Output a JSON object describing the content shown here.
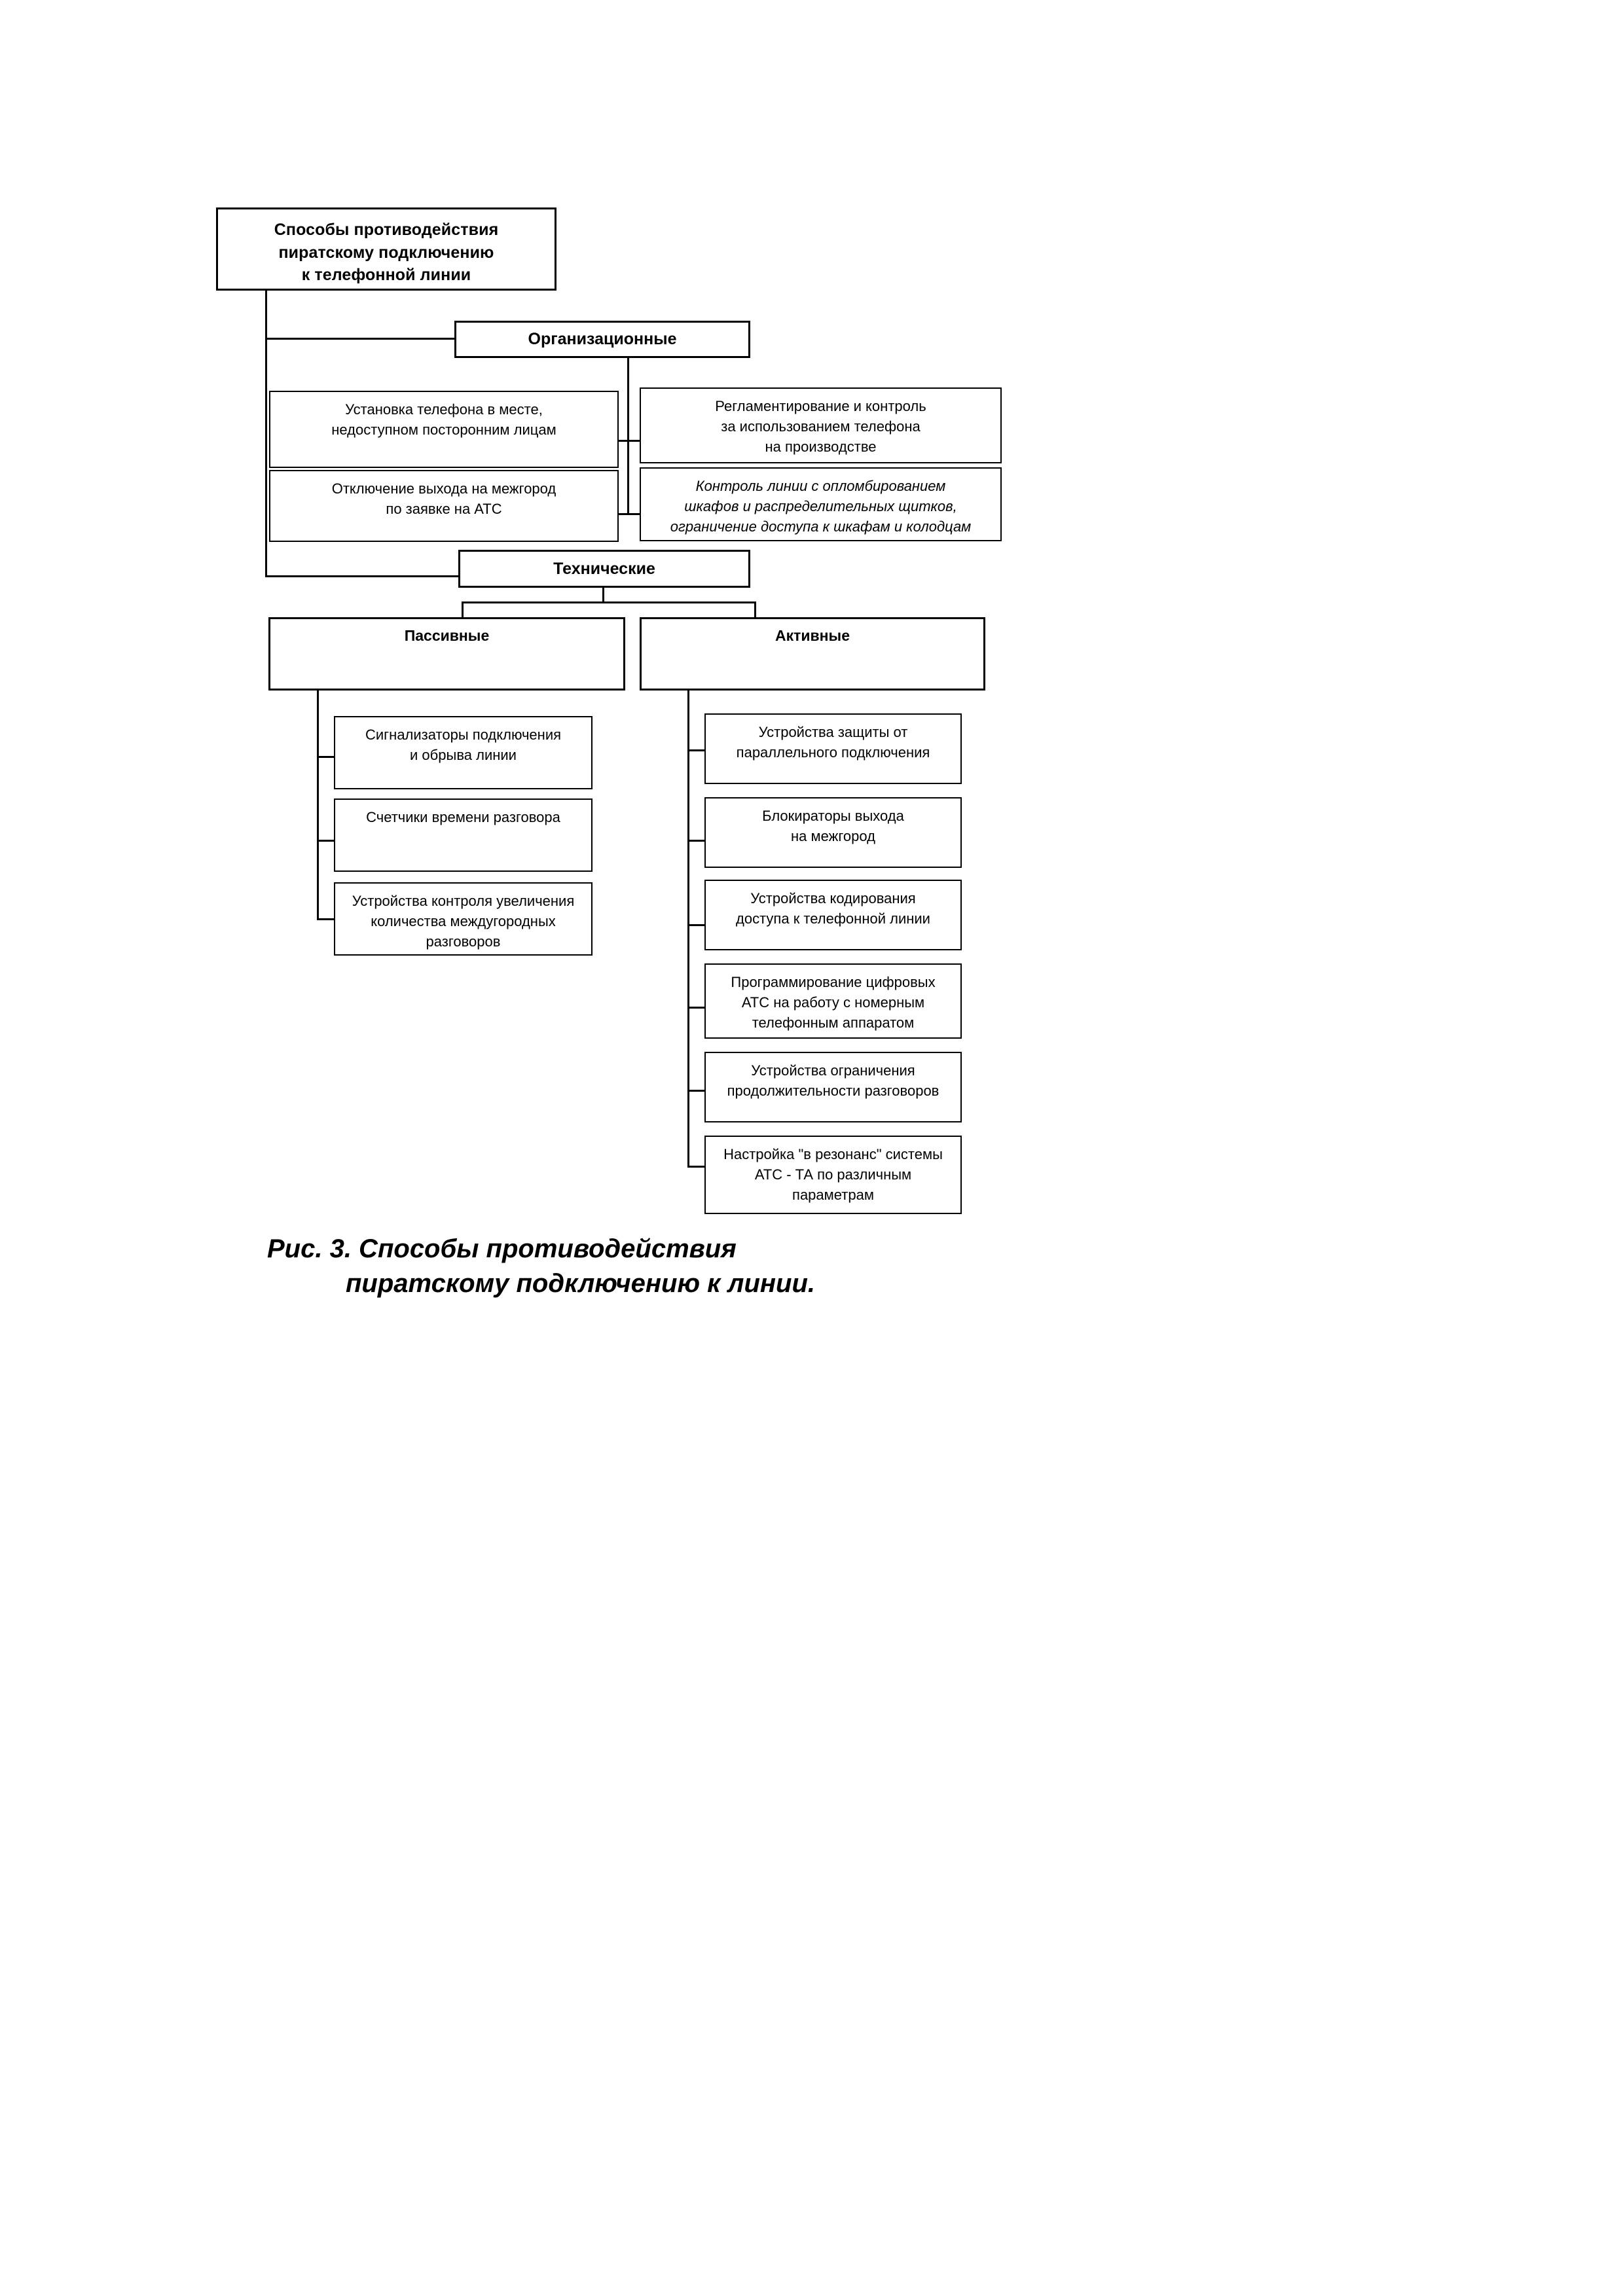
{
  "figure": {
    "caption_line1": "Рис. 3. Способы противодействия",
    "caption_line2": "пиратскому подключению к линии."
  },
  "chart_data": {
    "type": "diagram",
    "diagram_kind": "hierarchical-tree-organigram",
    "title": "Способы противодействия пиратскому подключению к телефонной линии",
    "root": {
      "label": "Способы противодействия\nпиратскому подключению\nк телефонной линии"
    },
    "branches": [
      {
        "label": "Организационные",
        "children_left": [
          "Установка телефона в месте,\nнедоступном посторонним лицам",
          "Отключение выхода на межгород\nпо заявке на АТС"
        ],
        "children_right": [
          "Регламентирование и контроль\nза использованием телефона\nна производстве",
          "Контроль линии с опломбированием\nшкафов и распределительных щитков,\nограничение доступа к шкафам и колодцам"
        ]
      },
      {
        "label": "Технические",
        "subgroups": [
          {
            "label": "Пассивные",
            "items": [
              "Сигнализаторы подключения\nи обрыва линии",
              "Счетчики времени разговора",
              "Устройства контроля увеличения\nколичества междугородных\nразговоров"
            ]
          },
          {
            "label": "Активные",
            "items": [
              "Устройства защиты от\nпараллельного подключения",
              "Блокираторы выхода\nна межгород",
              "Устройства кодирования\nдоступа к телефонной линии",
              "Программирование цифровых\nАТС на работу с номерным\nтелефонным аппаратом",
              "Устройства ограничения\nпродолжительности разговоров",
              "Настройка \"в резонанс\" системы\nАТС - ТА по различным\nпараметрам"
            ]
          }
        ]
      }
    ]
  },
  "nodes": {
    "root": "Способы противодействия\nпиратскому подключению\nк телефонной линии",
    "organizational": "Организационные",
    "org_left_1": "Установка телефона в месте,\nнедоступном посторонним лицам",
    "org_left_2": "Отключение выхода на межгород\nпо заявке на АТС",
    "org_right_1": "Регламентирование и контроль\nза использованием телефона\nна производстве",
    "org_right_2": "Контроль линии с опломбированием\nшкафов и распределительных щитков,\nограничение доступа к шкафам и колодцам",
    "technical": "Технические",
    "passive": "Пассивные",
    "active": "Активные",
    "passive_1": "Сигнализаторы подключения\nи обрыва линии",
    "passive_2": "Счетчики времени разговора",
    "passive_3": "Устройства контроля увеличения\nколичества междугородных\nразговоров",
    "active_1": "Устройства защиты от\nпараллельного подключения",
    "active_2": "Блокираторы выхода\nна межгород",
    "active_3": "Устройства кодирования\nдоступа к телефонной линии",
    "active_4": "Программирование цифровых\nАТС на работу с номерным\nтелефонным аппаратом",
    "active_5": "Устройства ограничения\nпродолжительности разговоров",
    "active_6": "Настройка \"в резонанс\" системы\nАТС - ТА по различным\nпараметрам"
  },
  "colors": {
    "ink": "#000000",
    "paper": "#ffffff"
  }
}
